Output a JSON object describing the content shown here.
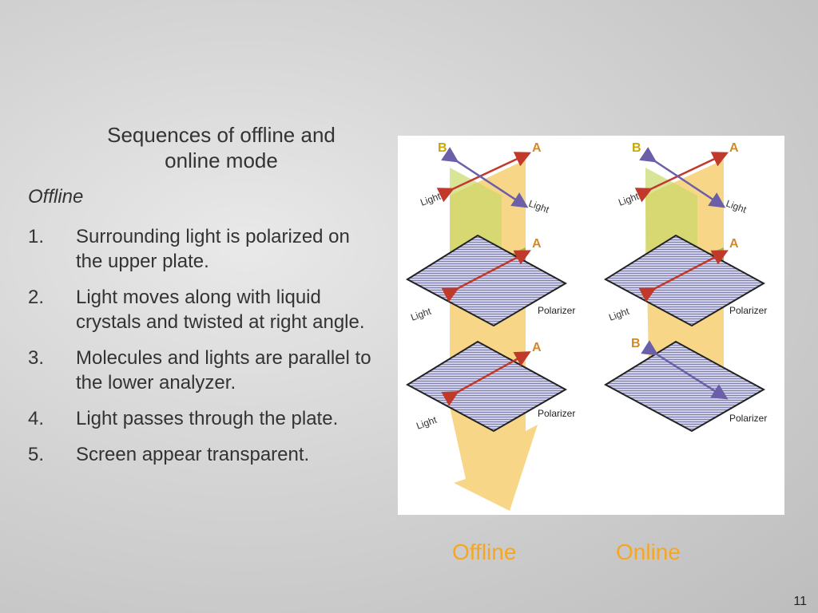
{
  "slide": {
    "title": "Sequences of offline and online mode",
    "section_label": "Offline",
    "steps": [
      {
        "num": "1.",
        "text": "Surrounding light is polarized on the upper plate."
      },
      {
        "num": "2.",
        "text": "Light moves along with liquid crystals and twisted at right angle."
      },
      {
        "num": "3.",
        "text": "Molecules and lights are parallel to the lower analyzer."
      },
      {
        "num": "4.",
        "text": "Light passes through the plate."
      },
      {
        "num": "5.",
        "text": "Screen appear transparent."
      }
    ],
    "page_number": "11"
  },
  "figure": {
    "captions": {
      "offline": "Offline",
      "online": "Online"
    },
    "labels": {
      "light": "Light",
      "polarizer": "Polarizer",
      "a": "A",
      "b": "B"
    },
    "colors": {
      "arrow_a": "#c0392b",
      "arrow_b": "#6a5fa8",
      "beam": "#f4c542",
      "plate": "#8f8fbf",
      "green_panel": "#9cbf2a",
      "caption": "#f6a623"
    }
  }
}
